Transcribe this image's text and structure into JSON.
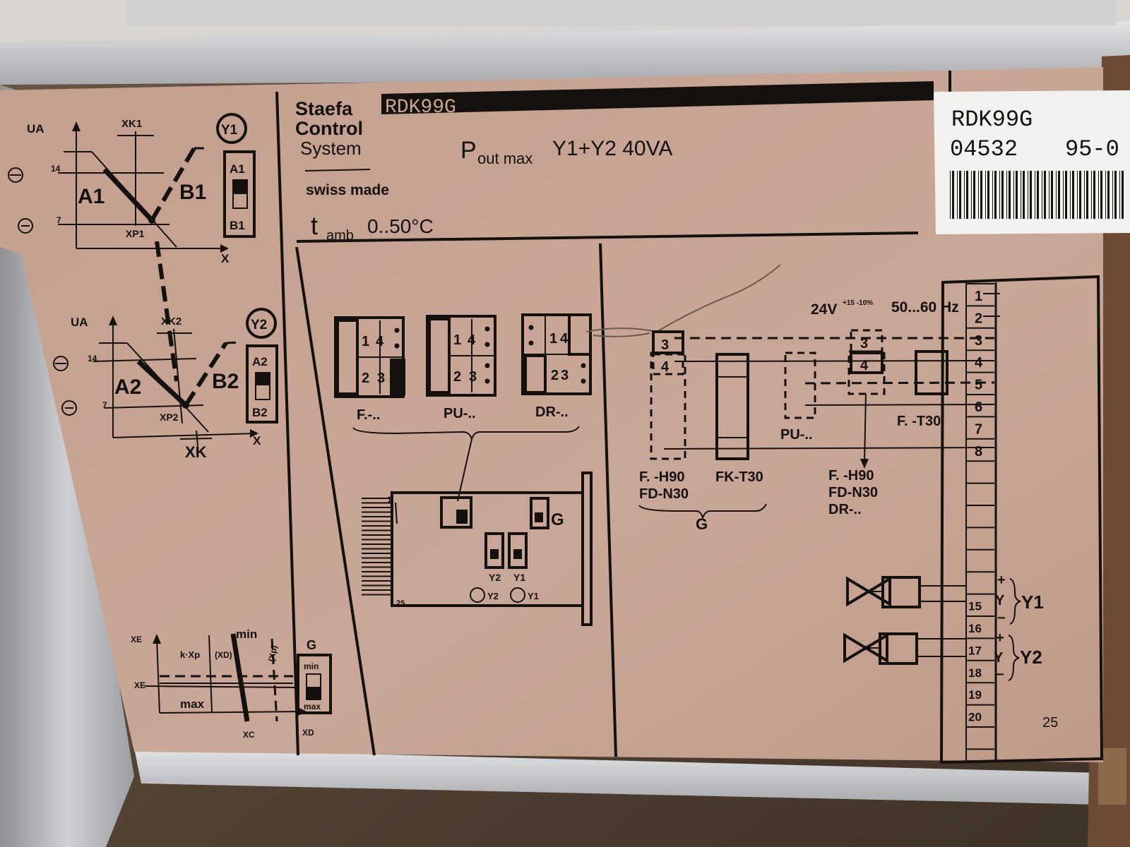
{
  "colors": {
    "panel": "#c8a595",
    "panel_dark": "#b8907e",
    "ink": "#15110e",
    "frame_metal": "#c9cacd",
    "label_white": "#f1f1f0",
    "wood_floor": "#5a4a3a"
  },
  "header": {
    "brand_line1": "Staefa",
    "brand_line2": "Control",
    "brand_line3": "System",
    "model_banner": "RDK99G",
    "swiss_made": "swiss made",
    "power_p": "P",
    "power_out_max": "out max",
    "power_formula": "Y1+Y2 40VA",
    "ambient_t": "t",
    "ambient_amb": "amb",
    "ambient_range": "0..50°C"
  },
  "sticker": {
    "model": "RDK99G",
    "serial": "04532",
    "date_code": "95-0"
  },
  "left_diagrams": {
    "y1": {
      "ua": "UA",
      "xk": "XK1",
      "circle": "Y1",
      "a": "A1",
      "b": "B1",
      "v14": "14",
      "v7": "7",
      "xp": "XP1",
      "x": "X",
      "switch_top": "A1",
      "switch_bottom": "B1"
    },
    "y2": {
      "ua": "UA",
      "xk": "XK2",
      "circle": "Y2",
      "a": "A2",
      "b": "B2",
      "v14": "14",
      "v7": "7",
      "xp": "XP2",
      "x": "X",
      "xk_bottom": "XK",
      "switch_top": "A2",
      "switch_bottom": "B2"
    },
    "minmax": {
      "xe": "XE",
      "kxp": "k·Xp",
      "xd": "(XD)",
      "xp": "(Xp)",
      "min": "min",
      "max": "max",
      "g": "G",
      "xc": "XC",
      "xo": "XD",
      "switch_top": "min",
      "switch_bottom": "max"
    }
  },
  "modules": {
    "labels": [
      "F.-..",
      "PU-..",
      "DR-.."
    ],
    "digits": [
      "1",
      "4",
      "2",
      "3"
    ],
    "board_pin_top": "1",
    "board_pin_bottom": "25",
    "g_label": "G",
    "y2": "Y2",
    "y1": "Y1",
    "y2_circle": "Y2",
    "y1_circle": "Y1"
  },
  "wiring": {
    "supply": "24V",
    "supply_tol": "+15 -10%",
    "frequency": "50...60 Hz",
    "terminals_top": [
      "1",
      "2",
      "3",
      "4",
      "5",
      "6",
      "7",
      "8"
    ],
    "terminals_bottom": [
      "15",
      "16",
      "17",
      "18",
      "19",
      "20"
    ],
    "terminal_last": "25",
    "pin3": "3",
    "pin4": "4",
    "left_group": [
      "F. -H90",
      "FD-N30"
    ],
    "fk": "FK-T30",
    "g": "G",
    "pu": "PU-..",
    "ft30": "F. -T30",
    "right_group": [
      "F. -H90",
      "FD-N30",
      "DR-.."
    ],
    "plus": "+",
    "y": "Y",
    "minus": "−",
    "y1": "Y1",
    "y2": "Y2"
  }
}
